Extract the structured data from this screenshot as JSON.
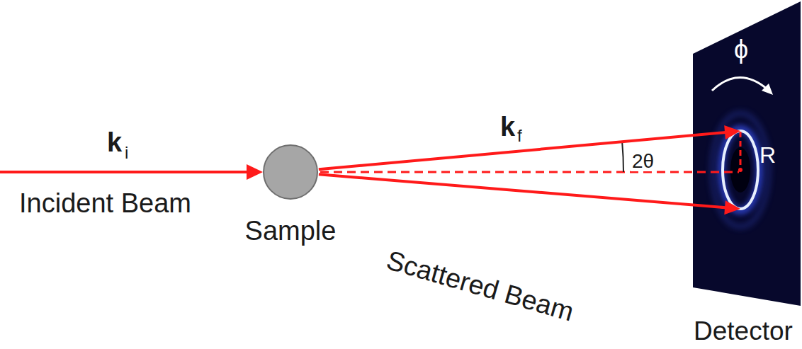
{
  "diagram": {
    "nodes": [
      {
        "text": [
          "Sample"
        ]
      },
      {
        "text": [
          "Detector"
        ]
      }
    ],
    "edges": [
      {
        "from": 0,
        "to": 1,
        "arrow": "to"
      },
      {
        "from": 0,
        "to": 1,
        "arrow": "to"
      }
    ],
    "labels": [
      "k",
      "i",
      "Incident Beam",
      "k",
      "f",
      "2θ",
      "Scattered Beam",
      "ϕ",
      "R"
    ]
  }
}
